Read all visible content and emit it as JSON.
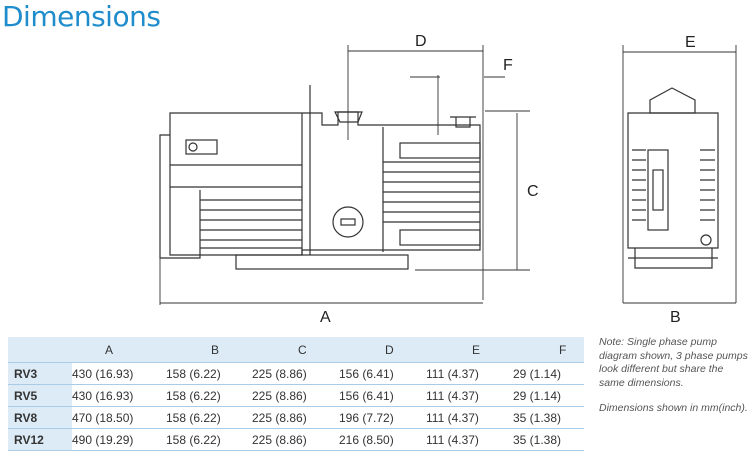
{
  "title": "Dimensions",
  "labels": {
    "A": "A",
    "B": "B",
    "C": "C",
    "D": "D",
    "E": "E",
    "F": "F"
  },
  "table": {
    "headers": [
      "",
      "A",
      "B",
      "C",
      "D",
      "E",
      "F"
    ],
    "rows": [
      [
        "RV3",
        "430 (16.93)",
        "158 (6.22)",
        "225 (8.86)",
        "156 (6.41)",
        "111 (4.37)",
        "29 (1.14)"
      ],
      [
        "RV5",
        "430 (16.93)",
        "158 (6.22)",
        "225 (8.86)",
        "156 (6.41)",
        "111 (4.37)",
        "29 (1.14)"
      ],
      [
        "RV8",
        "470 (18.50)",
        "158 (6.22)",
        "225 (8.86)",
        "196 (7.72)",
        "111 (4.37)",
        "35 (1.38)"
      ],
      [
        "RV12",
        "490 (19.29)",
        "158 (6.22)",
        "225 (8.86)",
        "216 (8.50)",
        "111 (4.37)",
        "35 (1.38)"
      ]
    ]
  },
  "note": [
    "Note: Single phase pump diagram shown, 3 phase pumps look different but share the same dimensions.",
    "Dimensions shown in mm(inch)."
  ]
}
